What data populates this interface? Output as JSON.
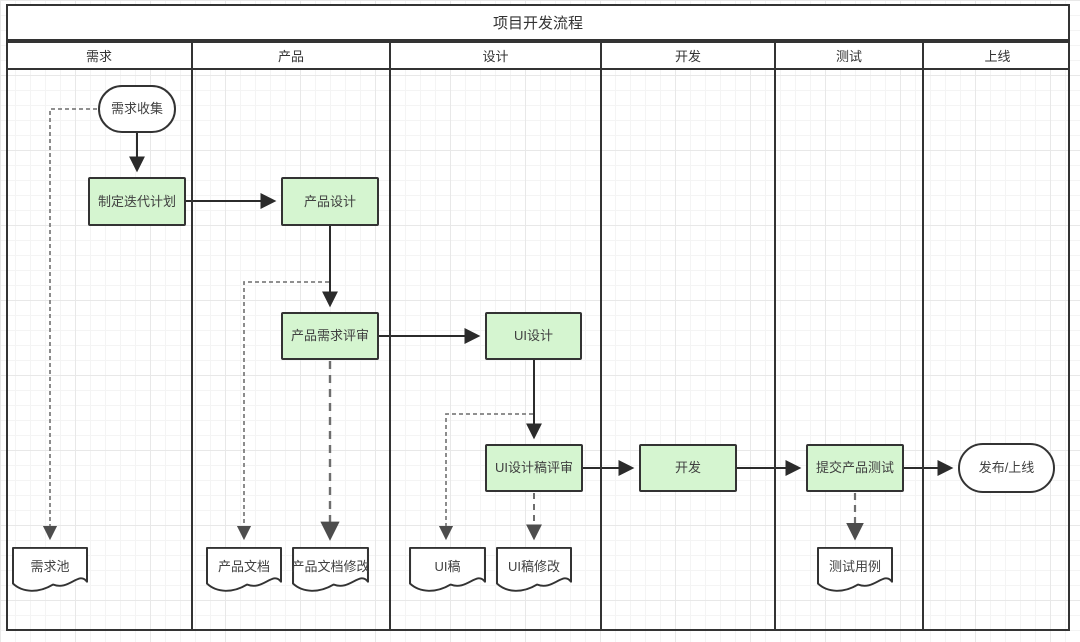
{
  "title": "项目开发流程",
  "lanes": [
    {
      "label": "需求"
    },
    {
      "label": "产品"
    },
    {
      "label": "设计"
    },
    {
      "label": "开发"
    },
    {
      "label": "测试"
    },
    {
      "label": "上线"
    }
  ],
  "nodes": [
    {
      "id": "collect",
      "type": "start",
      "label": "需求收集",
      "lane": "需求"
    },
    {
      "id": "plan",
      "type": "process",
      "label": "制定迭代计划",
      "lane": "需求"
    },
    {
      "id": "product-design",
      "type": "process",
      "label": "产品设计",
      "lane": "产品"
    },
    {
      "id": "product-review",
      "type": "process",
      "label": "产品需求评审",
      "lane": "产品"
    },
    {
      "id": "ui-design",
      "type": "process",
      "label": "UI设计",
      "lane": "设计"
    },
    {
      "id": "ui-review",
      "type": "process",
      "label": "UI设计稿评审",
      "lane": "设计"
    },
    {
      "id": "dev",
      "type": "process",
      "label": "开发",
      "lane": "开发"
    },
    {
      "id": "submit-test",
      "type": "process",
      "label": "提交产品测试",
      "lane": "测试"
    },
    {
      "id": "release",
      "type": "end",
      "label": "发布/上线",
      "lane": "上线"
    },
    {
      "id": "pool",
      "type": "document",
      "label": "需求池",
      "lane": "需求"
    },
    {
      "id": "product-doc",
      "type": "document",
      "label": "产品文档",
      "lane": "产品"
    },
    {
      "id": "product-doc-rev",
      "type": "document",
      "label": "产品文档修改",
      "lane": "产品"
    },
    {
      "id": "ui-draft",
      "type": "document",
      "label": "UI稿",
      "lane": "设计"
    },
    {
      "id": "ui-draft-rev",
      "type": "document",
      "label": "UI稿修改",
      "lane": "设计"
    },
    {
      "id": "test-case",
      "type": "document",
      "label": "测试用例",
      "lane": "测试"
    }
  ],
  "connectors": [
    {
      "from": "collect",
      "to": "plan",
      "style": "solid"
    },
    {
      "from": "plan",
      "to": "product-design",
      "style": "solid"
    },
    {
      "from": "product-design",
      "to": "product-review",
      "style": "solid"
    },
    {
      "from": "product-review",
      "to": "ui-design",
      "style": "solid"
    },
    {
      "from": "ui-design",
      "to": "ui-review",
      "style": "solid"
    },
    {
      "from": "ui-review",
      "to": "dev",
      "style": "solid"
    },
    {
      "from": "dev",
      "to": "submit-test",
      "style": "solid"
    },
    {
      "from": "submit-test",
      "to": "release",
      "style": "solid"
    },
    {
      "from": "collect",
      "to": "pool",
      "style": "dashed"
    },
    {
      "from": "product-design",
      "to": "product-doc",
      "style": "dashed"
    },
    {
      "from": "product-review",
      "to": "product-doc-rev",
      "style": "dashed"
    },
    {
      "from": "ui-design",
      "to": "ui-draft",
      "style": "dashed"
    },
    {
      "from": "ui-review",
      "to": "ui-draft-rev",
      "style": "dashed"
    },
    {
      "from": "submit-test",
      "to": "test-case",
      "style": "dashed"
    }
  ],
  "colors": {
    "process_fill": "#d5f5d0",
    "node_border": "#333333",
    "solid_line": "#2b2b2b",
    "dashed_line": "#808080",
    "grid_minor": "#f4f4f4",
    "grid_major": "#e8e8e8"
  }
}
